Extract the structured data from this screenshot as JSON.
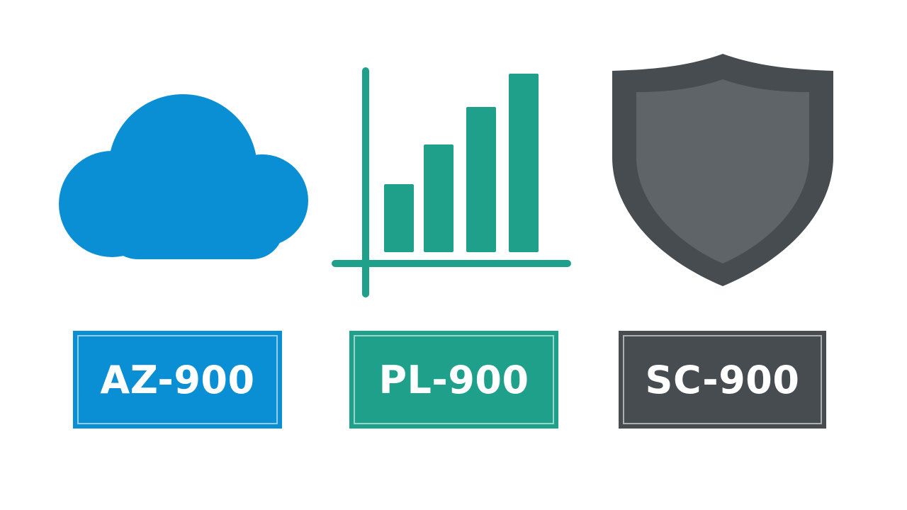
{
  "colors": {
    "azure": "#0a8fd4",
    "power": "#1fa08a",
    "security": "#474c51",
    "security_inner": "#5f6468"
  },
  "items": [
    {
      "icon": "cloud-icon",
      "label": "AZ-900"
    },
    {
      "icon": "bar-chart-icon",
      "label": "PL-900"
    },
    {
      "icon": "shield-icon",
      "label": "SC-900"
    }
  ]
}
